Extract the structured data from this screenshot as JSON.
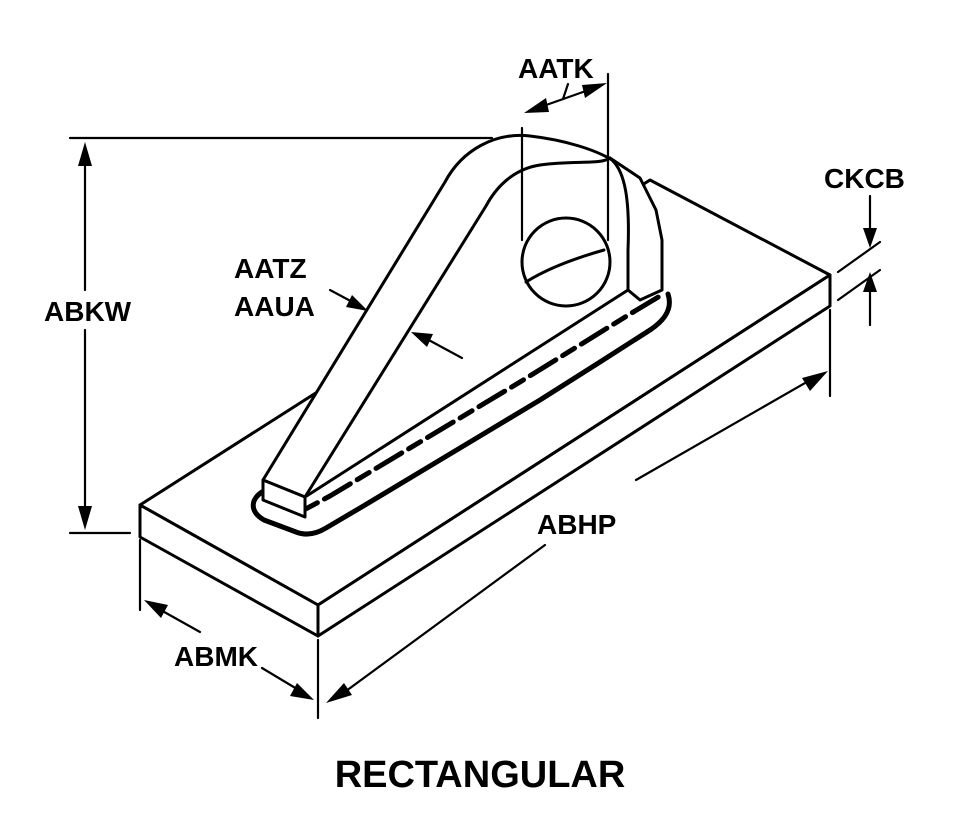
{
  "title": "RECTANGULAR",
  "labels": {
    "aatk": "AATK",
    "ckcb": "CKCB",
    "aatz": "AATZ",
    "aaua": "AAUA",
    "abkw": "ABKW",
    "abhp": "ABHP",
    "abmk": "ABMK"
  },
  "colors": {
    "line": "#000000",
    "background": "#ffffff"
  }
}
